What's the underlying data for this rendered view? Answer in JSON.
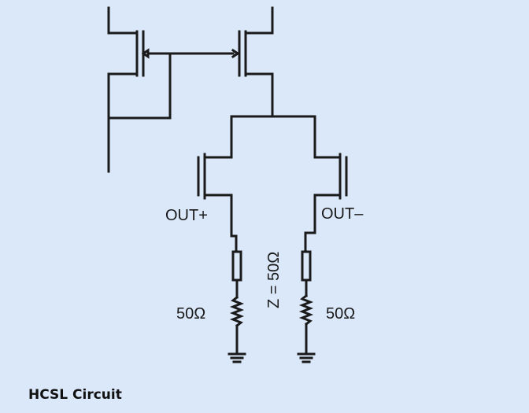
{
  "caption": "HCSL Circuit",
  "labels": {
    "out_plus": "OUT+",
    "out_minus": "OUT–",
    "impedance": "Z = 50Ω",
    "resistor_left": "50Ω",
    "resistor_right": "50Ω"
  },
  "colors": {
    "panel_background": "#dae8fa",
    "wire": "#1a1a1a"
  }
}
